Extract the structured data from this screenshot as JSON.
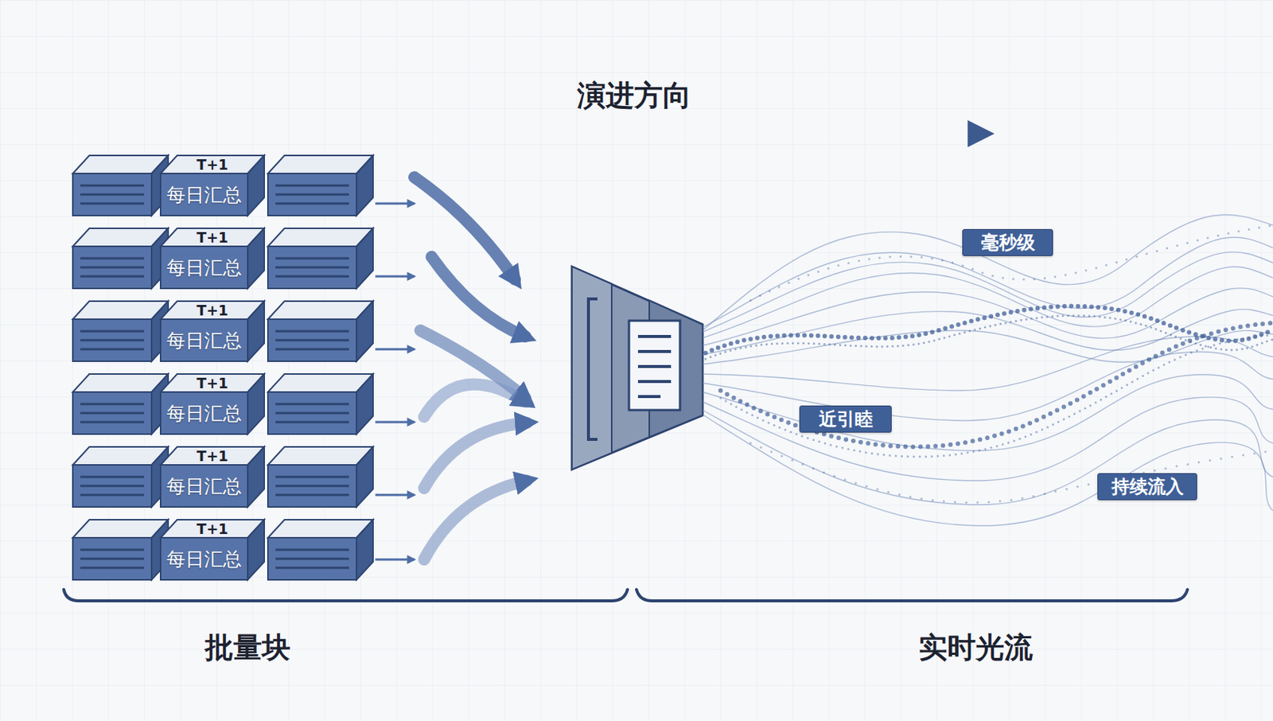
{
  "diagram": {
    "title": "演进方向",
    "nodes": [
      {
        "text": [
          "T+1",
          "每日汇总"
        ]
      },
      {
        "text": [
          "T+1",
          "每日汇总"
        ]
      },
      {
        "text": [
          "T+1",
          "每日汇总"
        ]
      },
      {
        "text": [
          "T+1",
          "每日汇总"
        ]
      },
      {
        "text": [
          "T+1",
          "每日汇总"
        ]
      },
      {
        "text": [
          "T+1",
          "每日汇总"
        ]
      },
      {
        "text": [
          "毫秒级"
        ]
      },
      {
        "text": [
          "近引睦"
        ]
      },
      {
        "text": [
          "持续流入"
        ]
      }
    ],
    "labels": [
      "批量块",
      "实时光流"
    ]
  }
}
